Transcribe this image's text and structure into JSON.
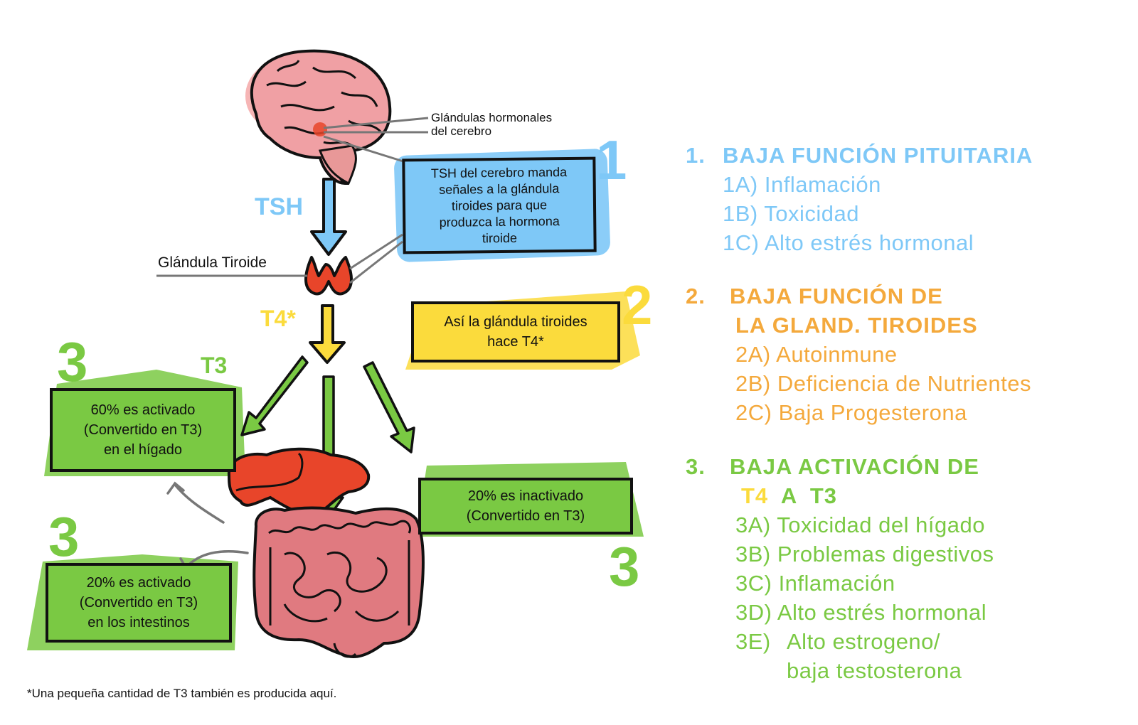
{
  "colors": {
    "blue": "#7ec8f7",
    "yellow": "#fbdb3c",
    "green": "#7ac943",
    "orange": "#f4a93c",
    "organ_red": "#e8452a",
    "organ_pink": "#e07a80"
  },
  "diagram": {
    "brain_label": [
      "Glándulas hormonales",
      "del cerebro"
    ],
    "tsh_label": "TSH",
    "thyroid_label": "Glándula Tiroide",
    "t4_label": "T4*",
    "t3_label": "T3",
    "step_numbers": [
      "1",
      "2",
      "3",
      "3",
      "3"
    ],
    "boxes": {
      "tsh_box": [
        "TSH del cerebro manda",
        "señales a la glándula",
        "tiroides para que",
        "produzca la hormona",
        "tiroide"
      ],
      "t4_box": [
        "Así la glándula tiroides",
        "hace T4*"
      ],
      "liver_box": [
        "60% es activado",
        "(Convertido en T3)",
        "en el hígado"
      ],
      "inactive_box": [
        "20% es inactivado",
        "(Convertido en T3)"
      ],
      "intestine_box": [
        "20% es activado",
        "(Convertido en T3)",
        "en los intestinos"
      ]
    },
    "footnote": "*Una pequeña cantidad de T3 también es producida aquí."
  },
  "list": {
    "sections": [
      {
        "number": "1.",
        "title": [
          "BAJA FUNCIÓN PITUITARIA"
        ],
        "items": [
          "1A) Inflamación",
          "1B) Toxicidad",
          "1C) Alto estrés hormonal"
        ]
      },
      {
        "number": "2.",
        "title": [
          "BAJA FUNCIÓN DE",
          "LA GLAND. TIROIDES"
        ],
        "items": [
          "2A) Autoinmune",
          "2B) Deficiencia de Nutrientes",
          "2C) Baja Progesterona"
        ]
      },
      {
        "number": "3.",
        "title": [
          "BAJA ACTIVACIÓN DE"
        ],
        "subtitle": {
          "t4": "T4",
          "a": "A",
          "t3": "T3"
        },
        "items": [
          "3A) Toxicidad del hígado",
          "3B) Problemas digestivos",
          "3C) Inflamación",
          "3D) Alto estrés hormonal"
        ],
        "item_e": {
          "code": "3E)",
          "lines": [
            "Alto estrogeno/",
            "baja testosterona"
          ]
        }
      }
    ]
  }
}
